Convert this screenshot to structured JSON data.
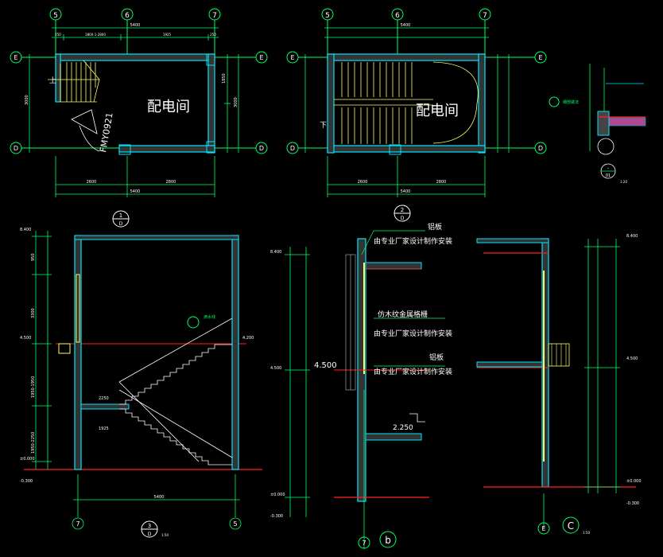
{
  "colors": {
    "background": "#000000",
    "dimension": "#00ff66",
    "wall": "#00e5ff",
    "axis_line": "#ff2020",
    "stair": "#ffff66",
    "text": "#ffffff",
    "hatch": "#ff66cc",
    "axis_bubble": "#ffffff"
  },
  "plan1": {
    "room_label": "配电间",
    "door_label": "FMY0921",
    "up_label": "上",
    "axes_top": [
      "5",
      "6",
      "7"
    ],
    "axes_side": [
      "E",
      "D"
    ],
    "dim_top_total": "5400",
    "dim_top_parts": [
      "250",
      "2800-1-2800",
      "1925",
      "250"
    ],
    "dim_bottom_total": "5400",
    "dim_bottom_parts": [
      "2600",
      "2800"
    ],
    "dim_side": [
      "3000",
      "1850",
      "3000"
    ],
    "section_no": "1",
    "section_sheet": "D"
  },
  "plan2": {
    "room_label": "配电间",
    "down_label": "下",
    "axes_top": [
      "5",
      "6",
      "7"
    ],
    "axes_side": [
      "E",
      "D"
    ],
    "dim_top_total": "5400",
    "dim_bottom_total": "5400",
    "dim_bottom_parts": [
      "2600",
      "2800"
    ],
    "section_no": "2",
    "section_sheet": "D"
  },
  "detail_top_right": {
    "note": "细部做法",
    "sheet_no": "-",
    "sheet_ref": "01",
    "scale": "1:20"
  },
  "section1": {
    "axes_bottom": [
      "7",
      "5"
    ],
    "dim_bottom": "5400",
    "elev_labels": [
      "8.400",
      "4.500",
      "±0.000",
      "-0.300"
    ],
    "dim_left": [
      "950",
      "3300",
      "1950-1950",
      "1950-2250"
    ],
    "stair_note": "4.200",
    "stair_dims": [
      "2250",
      "1925"
    ],
    "section_no": "3",
    "section_sheet": "D",
    "scale": "1:50",
    "callout": "滴水线"
  },
  "section2": {
    "notes": [
      "铝板",
      "由专业厂家设计制作安装",
      "仿木纹金属格栅",
      "由专业厂家设计制作安装",
      "铝板",
      "由专业厂家设计制作安装"
    ],
    "elev_labels": [
      "8.400",
      "4.500",
      "2.250",
      "±0.000",
      "-0.300"
    ],
    "big_elev": "4.500",
    "axis": "7",
    "section_letter": "b"
  },
  "section3": {
    "axis": "E",
    "section_letter": "C",
    "elev_labels": [
      "8.400",
      "4.500",
      "±0.000",
      "-0.300"
    ],
    "scale": "1:50"
  }
}
